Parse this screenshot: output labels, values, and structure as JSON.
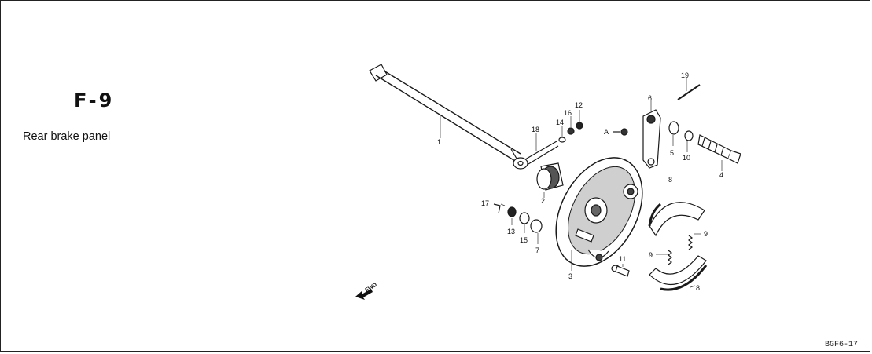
{
  "header": {
    "figure_code": "F-9",
    "title": "Rear brake panel"
  },
  "footer": {
    "doc_code": "BGF6-17"
  },
  "callouts": {
    "c1": "1",
    "c2": "2",
    "c3": "3",
    "c4": "4",
    "c5": "5",
    "c6": "6",
    "c7": "7",
    "c8a": "8",
    "c8b": "8",
    "c9a": "9",
    "c9b": "9",
    "c10": "10",
    "c11": "11",
    "c12": "12",
    "c13": "13",
    "c14": "14",
    "c15": "15",
    "c16": "16",
    "c17": "17",
    "c18": "18",
    "c19": "19",
    "ref_a": "A"
  },
  "direction": {
    "label": "FWD"
  }
}
